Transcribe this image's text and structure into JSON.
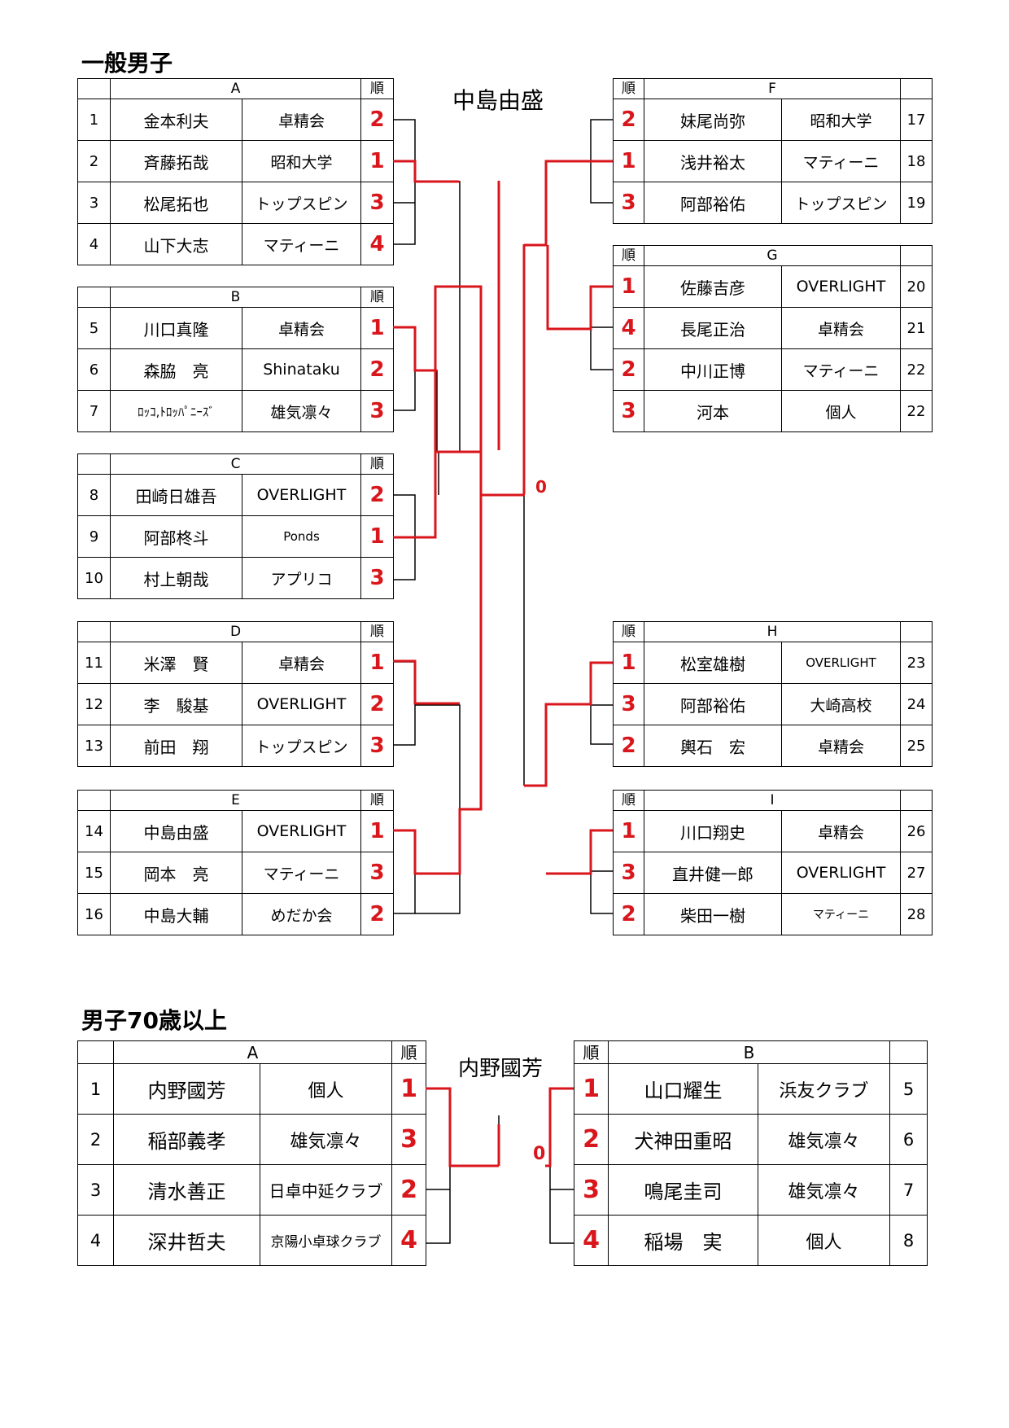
{
  "section1": {
    "title": "一般男子",
    "winner": "中島由盛",
    "final_score": "0",
    "groups": {
      "A": {
        "label": "A",
        "rank_header": "順",
        "rows": [
          {
            "num": "1",
            "name": "金本利夫",
            "club": "卓精会",
            "rank": "2"
          },
          {
            "num": "2",
            "name": "斉藤拓哉",
            "club": "昭和大学",
            "rank": "1"
          },
          {
            "num": "3",
            "name": "松尾拓也",
            "club": "トップスピン",
            "rank": "3"
          },
          {
            "num": "4",
            "name": "山下大志",
            "club": "マティーニ",
            "rank": "4"
          }
        ]
      },
      "B": {
        "label": "B",
        "rank_header": "順",
        "rows": [
          {
            "num": "5",
            "name": "川口真隆",
            "club": "卓精会",
            "rank": "1"
          },
          {
            "num": "6",
            "name": "森脇　亮",
            "club": "Shinataku",
            "rank": "2"
          },
          {
            "num": "7",
            "name": "ﾛｯｺ,ﾄﾛｯﾊﾟﾆｰｽﾞ",
            "club": "雄気凛々",
            "rank": "3"
          }
        ]
      },
      "C": {
        "label": "C",
        "rank_header": "順",
        "rows": [
          {
            "num": "8",
            "name": "田崎日雄吾",
            "club": "OVERLIGHT",
            "rank": "2"
          },
          {
            "num": "9",
            "name": "阿部柊斗",
            "club": "Ponds",
            "rank": "1"
          },
          {
            "num": "10",
            "name": "村上朝哉",
            "club": "アプリコ",
            "rank": "3"
          }
        ]
      },
      "D": {
        "label": "D",
        "rank_header": "順",
        "rows": [
          {
            "num": "11",
            "name": "米澤　賢",
            "club": "卓精会",
            "rank": "1"
          },
          {
            "num": "12",
            "name": "李　駿基",
            "club": "OVERLIGHT",
            "rank": "2"
          },
          {
            "num": "13",
            "name": "前田　翔",
            "club": "トップスピン",
            "rank": "3"
          }
        ]
      },
      "E": {
        "label": "E",
        "rank_header": "順",
        "rows": [
          {
            "num": "14",
            "name": "中島由盛",
            "club": "OVERLIGHT",
            "rank": "1"
          },
          {
            "num": "15",
            "name": "岡本　亮",
            "club": "マティーニ",
            "rank": "3"
          },
          {
            "num": "16",
            "name": "中島大輔",
            "club": "めだか会",
            "rank": "2"
          }
        ]
      },
      "F": {
        "label": "F",
        "rank_header": "順",
        "rows": [
          {
            "num": "17",
            "name": "妹尾尚弥",
            "club": "昭和大学",
            "rank": "2"
          },
          {
            "num": "18",
            "name": "浅井裕太",
            "club": "マティーニ",
            "rank": "1"
          },
          {
            "num": "19",
            "name": "阿部裕佑",
            "club": "トップスピン",
            "rank": "3"
          }
        ]
      },
      "G": {
        "label": "G",
        "rank_header": "順",
        "rows": [
          {
            "num": "20",
            "name": "佐藤吉彦",
            "club": "OVERLIGHT",
            "rank": "1"
          },
          {
            "num": "21",
            "name": "長尾正治",
            "club": "卓精会",
            "rank": "4"
          },
          {
            "num": "22",
            "name": "中川正博",
            "club": "マティーニ",
            "rank": "2"
          },
          {
            "num": "22",
            "name": "河本",
            "club": "個人",
            "rank": "3"
          }
        ]
      },
      "H": {
        "label": "H",
        "rank_header": "順",
        "rows": [
          {
            "num": "23",
            "name": "松室雄樹",
            "club": "OVERLIGHT",
            "rank": "1"
          },
          {
            "num": "24",
            "name": "阿部裕佑",
            "club": "大崎高校",
            "rank": "3"
          },
          {
            "num": "25",
            "name": "輿石　宏",
            "club": "卓精会",
            "rank": "2"
          }
        ]
      },
      "I": {
        "label": "I",
        "rank_header": "順",
        "rows": [
          {
            "num": "26",
            "name": "川口翔史",
            "club": "卓精会",
            "rank": "1"
          },
          {
            "num": "27",
            "name": "直井健一郎",
            "club": "OVERLIGHT",
            "rank": "3"
          },
          {
            "num": "28",
            "name": "柴田一樹",
            "club": "マティーニ",
            "rank": "2"
          }
        ]
      }
    }
  },
  "section2": {
    "title": "男子70歳以上",
    "winner": "内野國芳",
    "final_score": "0",
    "groups": {
      "A": {
        "label": "A",
        "rank_header": "順",
        "rows": [
          {
            "num": "1",
            "name": "内野國芳",
            "club": "個人",
            "rank": "1"
          },
          {
            "num": "2",
            "name": "稲部義孝",
            "club": "雄気凛々",
            "rank": "3"
          },
          {
            "num": "3",
            "name": "清水善正",
            "club": "日卓中延クラブ",
            "rank": "2"
          },
          {
            "num": "4",
            "name": "深井哲夫",
            "club": "京陽小卓球クラブ",
            "rank": "4"
          }
        ]
      },
      "B": {
        "label": "B",
        "rank_header": "順",
        "rows": [
          {
            "num": "5",
            "name": "山口耀生",
            "club": "浜友クラブ",
            "rank": "1"
          },
          {
            "num": "6",
            "name": "犬神田重昭",
            "club": "雄気凛々",
            "rank": "2"
          },
          {
            "num": "7",
            "name": "鳴尾圭司",
            "club": "雄気凛々",
            "rank": "3"
          },
          {
            "num": "8",
            "name": "稲場　実",
            "club": "個人",
            "rank": "4"
          }
        ]
      }
    }
  },
  "colors": {
    "accent_red": "#d8161c",
    "line_black": "#000000"
  }
}
